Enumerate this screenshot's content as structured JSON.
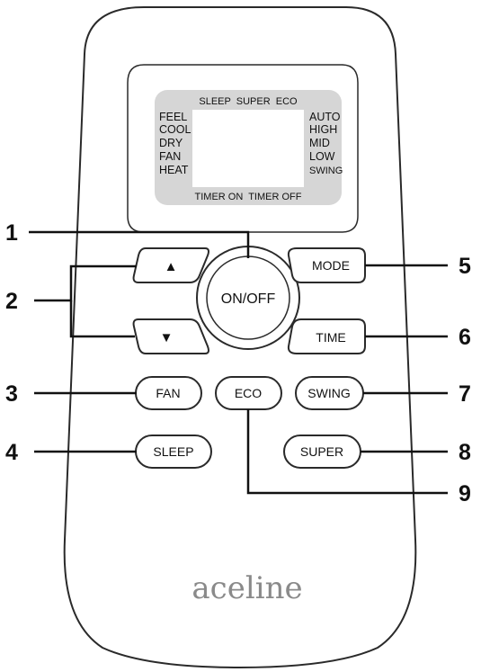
{
  "lcd": {
    "top_row": "SLEEP  SUPER  ECO",
    "left_modes": [
      "FEEL",
      "COOL",
      "DRY",
      "FAN",
      "HEAT"
    ],
    "right_speeds": [
      "AUTO",
      "HIGH",
      "MID",
      "LOW",
      "SWING"
    ],
    "bottom_row": "TIMER ON  TIMER OFF"
  },
  "buttons": {
    "up_arrow": "▲",
    "down_arrow": "▼",
    "on_off": "ON/OFF",
    "mode": "MODE",
    "time": "TIME",
    "fan": "FAN",
    "eco": "ECO",
    "swing": "SWING",
    "sleep": "SLEEP",
    "super": "SUPER"
  },
  "callouts": {
    "c1": "1",
    "c2": "2",
    "c3": "3",
    "c4": "4",
    "c5": "5",
    "c6": "6",
    "c7": "7",
    "c8": "8",
    "c9": "9"
  },
  "brand": "aceline",
  "colors": {
    "body_fill": "#ffffff",
    "outline": "#2a2a2a",
    "lcd_panel": "#d6d6d6",
    "brand": "#8a8a8a",
    "leader_line": "#111111"
  }
}
